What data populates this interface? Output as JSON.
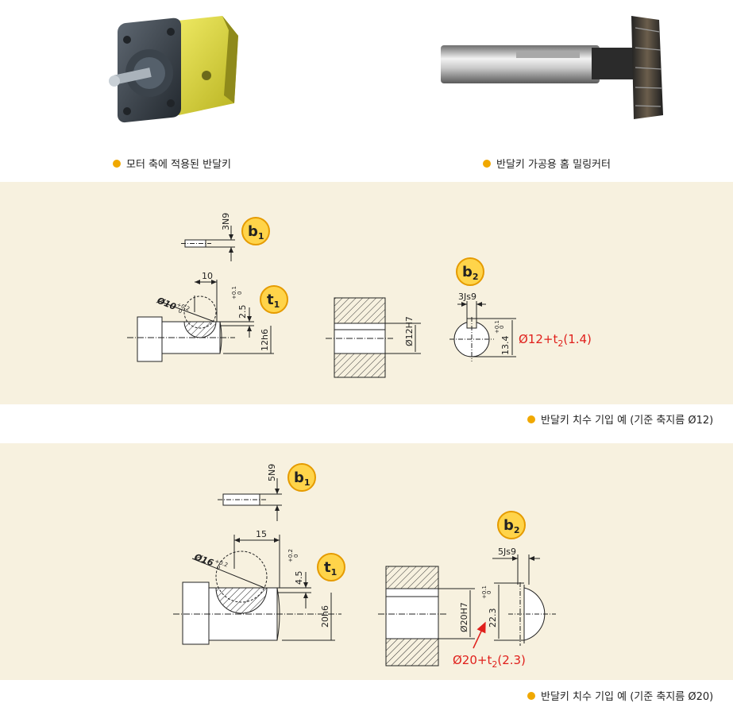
{
  "top": {
    "left_caption": "모터 축에 적용된 반달키",
    "right_caption": "반달키 가공용 홈 밀링커터"
  },
  "example1": {
    "caption": "반달키 치수 기입 예 (기준 축지름 Ø12)",
    "badge_b1": "b",
    "badge_b1_sub": "1",
    "badge_t1": "t",
    "badge_t1_sub": "1",
    "badge_b2": "b",
    "badge_b2_sub": "2",
    "key_width": "3N9",
    "slot_length": "10",
    "cutter_dia": "Ø10",
    "cutter_tol_upper": "+0.2",
    "cutter_tol_lower": "0",
    "depth": "2.5",
    "depth_tol_upper": "+0.1",
    "depth_tol_lower": "0",
    "shaft_fit": "12h6",
    "hole_fit": "Ø12H7",
    "hub_width": "3Js9",
    "hub_depth": "13.4",
    "hub_tol_upper": "+0.1",
    "hub_tol_lower": "0",
    "formula_main": "Ø12+t",
    "formula_sub": "2",
    "formula_tail": "(1.4)",
    "formula_color": "#e0201c"
  },
  "example2": {
    "caption": "반달키 치수 기입 예 (기준 축지름 Ø20)",
    "badge_b1": "b",
    "badge_b1_sub": "1",
    "badge_t1": "t",
    "badge_t1_sub": "1",
    "badge_b2": "b",
    "badge_b2_sub": "2",
    "key_width": "5N9",
    "slot_length": "15",
    "cutter_dia": "Ø16",
    "cutter_tol_upper": "+0.2",
    "cutter_tol_lower": "0",
    "depth": "4.5",
    "depth_tol_upper": "+0.2",
    "depth_tol_lower": "0",
    "shaft_fit": "20h6",
    "hole_fit": "Ø20H7",
    "hub_width": "5Js9",
    "hub_depth": "22.3",
    "hub_tol_upper": "+0.1",
    "hub_tol_lower": "0",
    "formula_main": "Ø20+t",
    "formula_sub": "2",
    "formula_tail": "(2.3)",
    "formula_color": "#e0201c"
  },
  "colors": {
    "panel_bg": "#f7f1df",
    "bullet": "#f0a800",
    "badge_fill": "#ffd44a",
    "badge_stroke": "#e59b00",
    "pump_yellow": "#e6e03a"
  }
}
